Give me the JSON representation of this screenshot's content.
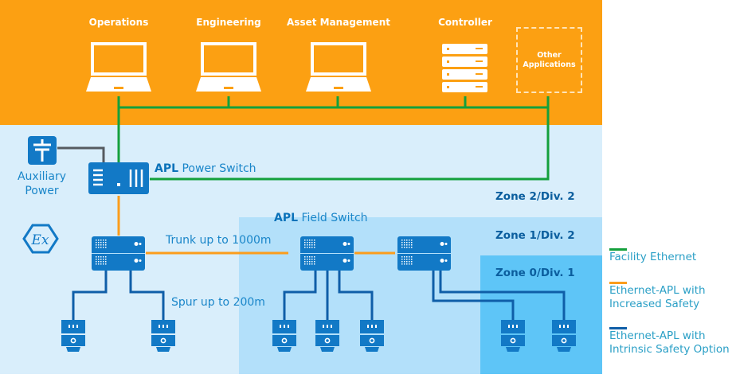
{
  "colors": {
    "orange_band": "#fca012",
    "zone2_bg": "#d9eefb",
    "zone1_bg": "#b3e0fa",
    "zone0_bg": "#5ec5f7",
    "device_blue": "#1279c6",
    "facility_ethernet": "#14a03c",
    "apl_increased_safety": "#fb9d1c",
    "apl_intrinsic_safety": "#0f5ea8",
    "aux_line": "#555a60"
  },
  "top_band": {
    "stations": [
      {
        "label": "Operations",
        "icon": "laptop-icon"
      },
      {
        "label": "Engineering",
        "icon": "laptop-icon"
      },
      {
        "label": "Asset Management",
        "icon": "laptop-icon"
      },
      {
        "label": "Controller",
        "icon": "server-rack-icon"
      }
    ],
    "other_applications": {
      "line1": "Other",
      "line2": "Applications"
    }
  },
  "auxiliary_power": {
    "icon": "power-supply-icon",
    "line1": "Auxiliary",
    "line2": "Power"
  },
  "power_switch": {
    "prefix": "APL",
    "label": " Power Switch",
    "icon": "apl-power-switch-icon"
  },
  "field_switch": {
    "prefix": "APL",
    "label": " Field Switch"
  },
  "annotations": {
    "trunk": "Trunk up to 1000m",
    "spur": "Spur up to 200m"
  },
  "ex_symbol": {
    "icon": "ex-hazard-icon",
    "text": "Ex"
  },
  "zones": [
    {
      "label": "Zone 2/Div. 2"
    },
    {
      "label": "Zone 1/Div. 2"
    },
    {
      "label": "Zone 0/Div. 1"
    }
  ],
  "legend": [
    {
      "label_line1": "Facility Ethernet",
      "label_line2": "",
      "color": "#14a03c"
    },
    {
      "label_line1": "Ethernet-APL with",
      "label_line2": "Increased Safety",
      "color": "#fb9d1c"
    },
    {
      "label_line1": "Ethernet-APL with",
      "label_line2": "Intrinsic Safety Option",
      "color": "#0f5ea8"
    }
  ]
}
